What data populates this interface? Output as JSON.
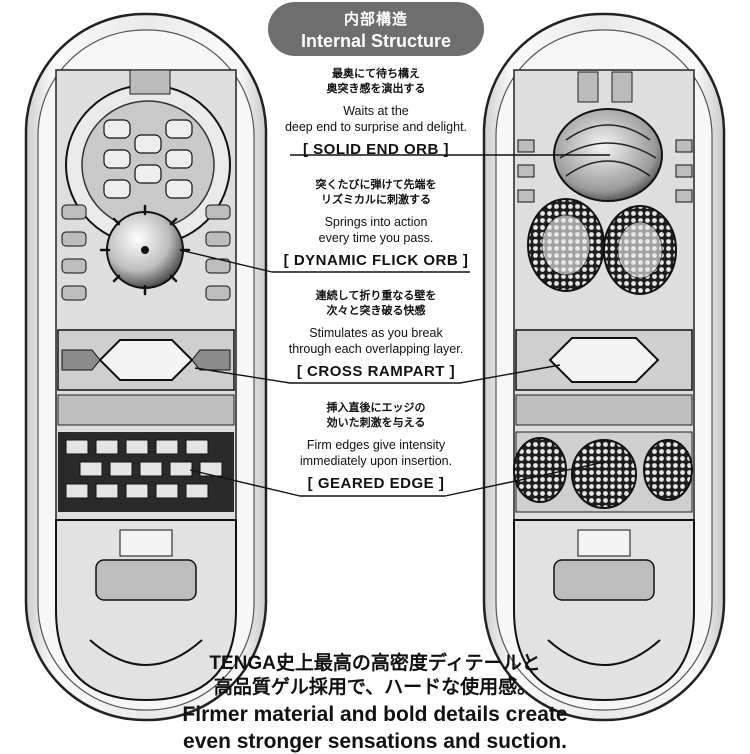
{
  "header": {
    "title_jp": "内部構造",
    "title_en": "Internal Structure"
  },
  "features": [
    {
      "desc_jp": [
        "最奥にて待ち構え",
        "奥突き感を演出する"
      ],
      "desc_en": [
        "Waits at the",
        "deep end to surprise and delight."
      ],
      "name": "[ SOLID END ORB ]"
    },
    {
      "desc_jp": [
        "突くたびに弾けて先端を",
        "リズミカルに刺激する"
      ],
      "desc_en": [
        "Springs into action",
        "every time you pass."
      ],
      "name": "[ DYNAMIC FLICK ORB ]"
    },
    {
      "desc_jp": [
        "連続して折り重なる壁を",
        "次々と突き破る快感"
      ],
      "desc_en": [
        "Stimulates as you break",
        "through each overlapping layer."
      ],
      "name": "[ CROSS RAMPART ]"
    },
    {
      "desc_jp": [
        "挿入直後にエッジの",
        "効いた刺激を与える"
      ],
      "desc_en": [
        "Firm edges give intensity",
        "immediately upon insertion."
      ],
      "name": "[ GEARED EDGE ]"
    }
  ],
  "bottom": {
    "jp": [
      "TENGA史上最高の高密度ディテールと",
      "高品質ゲル採用で、ハードな使用感。"
    ],
    "en": [
      "Firmer material and bold details create",
      "even stronger sensations and suction."
    ]
  },
  "colors": {
    "header_pill": "#6e6e6e",
    "text": "#111111",
    "shell_outline": "#222222",
    "shell_fill": "#f2f2f2"
  }
}
